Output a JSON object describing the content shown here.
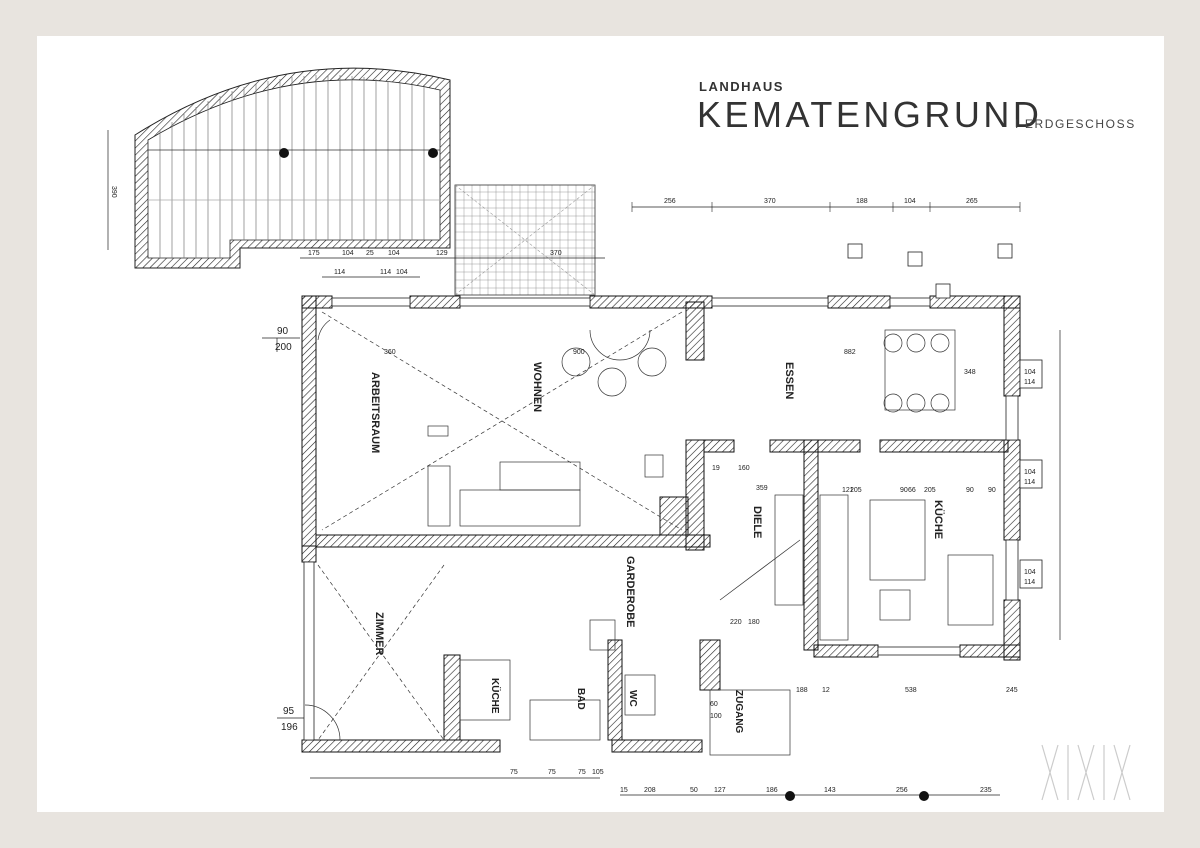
{
  "header": {
    "project_label": "LANDHAUS",
    "title": "KEMATENGRUND",
    "subtitle": "I ERDGESCHOSS"
  },
  "rooms": {
    "arbeitsraum": "ARBEITSRAUM",
    "wohnen": "WOHNEN",
    "essen": "ESSEN",
    "kueche": "KÜCHE",
    "diele": "DIELE",
    "garderobe": "GARDEROBE",
    "zimmer": "ZIMMER",
    "kueche_small": "KÜCHE",
    "bad": "BAD",
    "wc": "WC",
    "zugang": "ZUGANG"
  },
  "dimensions": {
    "top": [
      "256",
      "370",
      "188",
      "104",
      "265"
    ],
    "top_inner": [
      "175",
      "104",
      "25",
      "104",
      "129",
      "370"
    ],
    "top_inner2": [
      "114",
      "114",
      "104"
    ],
    "left_top": "390",
    "left_door": [
      "90",
      "200"
    ],
    "left_door2": [
      "95",
      "196"
    ],
    "bottom": [
      "15",
      "208",
      "50",
      "127",
      "186",
      "143",
      "256",
      "235"
    ],
    "bottom_inner": [
      "75",
      "75",
      "75",
      "105"
    ],
    "right": [
      "104",
      "114",
      "104",
      "114",
      "104",
      "114"
    ],
    "misc": [
      "360",
      "900",
      "882",
      "348",
      "205",
      "205",
      "90",
      "90",
      "121",
      "90",
      "66",
      "160",
      "359",
      "19",
      "188",
      "538",
      "12",
      "60",
      "100",
      "245",
      "220",
      "180"
    ]
  },
  "logo": {
    "mark": "XIXIX"
  }
}
